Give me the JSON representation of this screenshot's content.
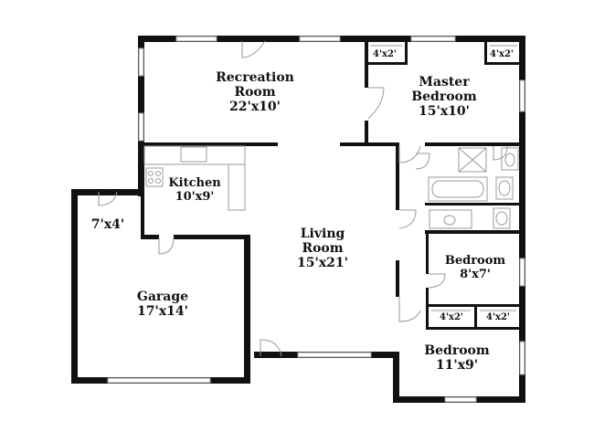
{
  "rooms": {
    "recreation": {
      "name_line1": "Recreation",
      "name_line2": "Room",
      "size": "22'x10'"
    },
    "master": {
      "name_line1": "Master",
      "name_line2": "Bedroom",
      "size": "15'x10'"
    },
    "kitchen": {
      "name": "Kitchen",
      "size": "10'x9'"
    },
    "entry": {
      "size": "7'x4'"
    },
    "living": {
      "name_line1": "Living",
      "name_line2": "Room",
      "size": "15'x21'"
    },
    "bedroom2": {
      "name": "Bedroom",
      "size": "8'x7'"
    },
    "garage": {
      "name": "Garage",
      "size": "17'x14'"
    },
    "bedroom3": {
      "name": "Bedroom",
      "size": "11'x9'"
    }
  },
  "closets": {
    "master_left": "4'x2'",
    "master_right": "4'x2'",
    "bedroom_left": "4'x2'",
    "bedroom_right": "4'x2'"
  },
  "colors": {
    "wall": "#111111",
    "fixture": "#9a9a9a",
    "background": "#ffffff"
  }
}
